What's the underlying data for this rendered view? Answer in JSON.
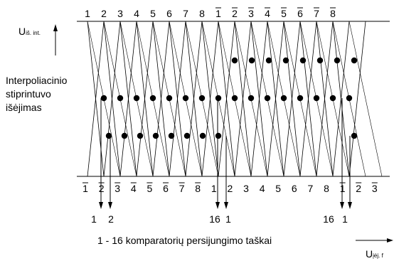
{
  "top_labels": [
    "1",
    "2",
    "3",
    "4",
    "5",
    "6",
    "7",
    "8",
    "1",
    "2",
    "3",
    "4",
    "5",
    "6",
    "7",
    "8"
  ],
  "top_overline": [
    false,
    false,
    false,
    false,
    false,
    false,
    false,
    false,
    true,
    true,
    true,
    true,
    true,
    true,
    true,
    true
  ],
  "bottom_labels": [
    "1",
    "2",
    "3",
    "4",
    "5",
    "6",
    "7",
    "8",
    "1",
    "2",
    "3",
    "4",
    "5",
    "6",
    "7",
    "8",
    "1",
    "2",
    "3"
  ],
  "bottom_overline": [
    true,
    true,
    true,
    true,
    true,
    true,
    true,
    true,
    false,
    false,
    false,
    false,
    false,
    false,
    false,
    false,
    true,
    true,
    true
  ],
  "y_axis": {
    "main": "U",
    "sub": "iš. int."
  },
  "x_axis": {
    "main": "U",
    "sub": "įėj. f"
  },
  "side_label": [
    "Interpoliacinio",
    "stiprintuvo",
    "išėjimas"
  ],
  "caption": "1 - 16 komparatorių persijungimo taškai",
  "switch_points": [
    {
      "text": "1"
    },
    {
      "text": "2"
    },
    {
      "text": "16"
    },
    {
      "text": "1"
    },
    {
      "text": "16"
    },
    {
      "text": "1"
    }
  ]
}
